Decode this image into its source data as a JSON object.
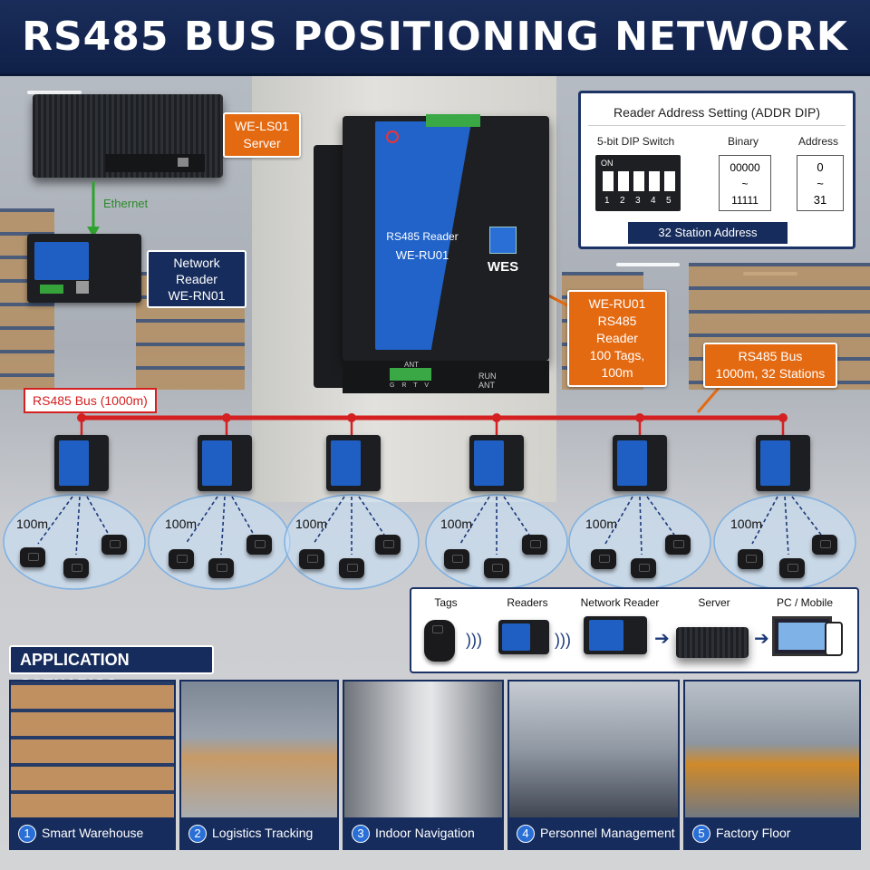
{
  "title": "RS485 BUS POSITIONING NETWORK",
  "server_label": {
    "line1": "WE-LS01",
    "line2": "Server"
  },
  "ethernet_label": "Ethernet",
  "network_reader_label": {
    "line1": "Network Reader",
    "line2": "WE-RN01"
  },
  "main_reader": {
    "text1": "RS485 Reader",
    "text2": "WE-RU01",
    "brand": "WES",
    "port_label": "ANT",
    "pins": "G R T V",
    "led_run": "RUN",
    "led_ant": "ANT"
  },
  "reader_callout": {
    "line1": "WE-RU01",
    "line2": "RS485 Reader",
    "line3": "100 Tags, 100m"
  },
  "bus_callout": {
    "line1": "RS485 Bus",
    "line2": "1000m, 32 Stations"
  },
  "bus_label": "RS485 Bus (1000m)",
  "range_label": "100m",
  "dip_panel": {
    "title": "Reader Address Setting (ADDR DIP)",
    "col1": "5-bit DIP Switch",
    "col2": "Binary",
    "col3": "Address",
    "on_label": "ON",
    "switch_numbers": [
      "1",
      "2",
      "3",
      "4",
      "5"
    ],
    "binary_from": "00000",
    "binary_to": "11111",
    "tilde": "~",
    "address_from": "0",
    "address_to": "31",
    "footer": "32 Station Address"
  },
  "flow": [
    "Tags",
    "Readers",
    "Network Reader",
    "Server",
    "PC / Mobile"
  ],
  "scenarios": {
    "header": "APPLICATION SCENARIOS",
    "items": [
      {
        "num": "1",
        "label": "Smart Warehouse"
      },
      {
        "num": "2",
        "label": "Logistics Tracking"
      },
      {
        "num": "3",
        "label": "Indoor Navigation"
      },
      {
        "num": "4",
        "label": "Personnel Management"
      },
      {
        "num": "5",
        "label": "Factory Floor"
      }
    ]
  },
  "colors": {
    "navy": "#162c5c",
    "orange": "#e46a12",
    "bus_red": "#d42020",
    "reader_blue": "#1f5fc4"
  }
}
